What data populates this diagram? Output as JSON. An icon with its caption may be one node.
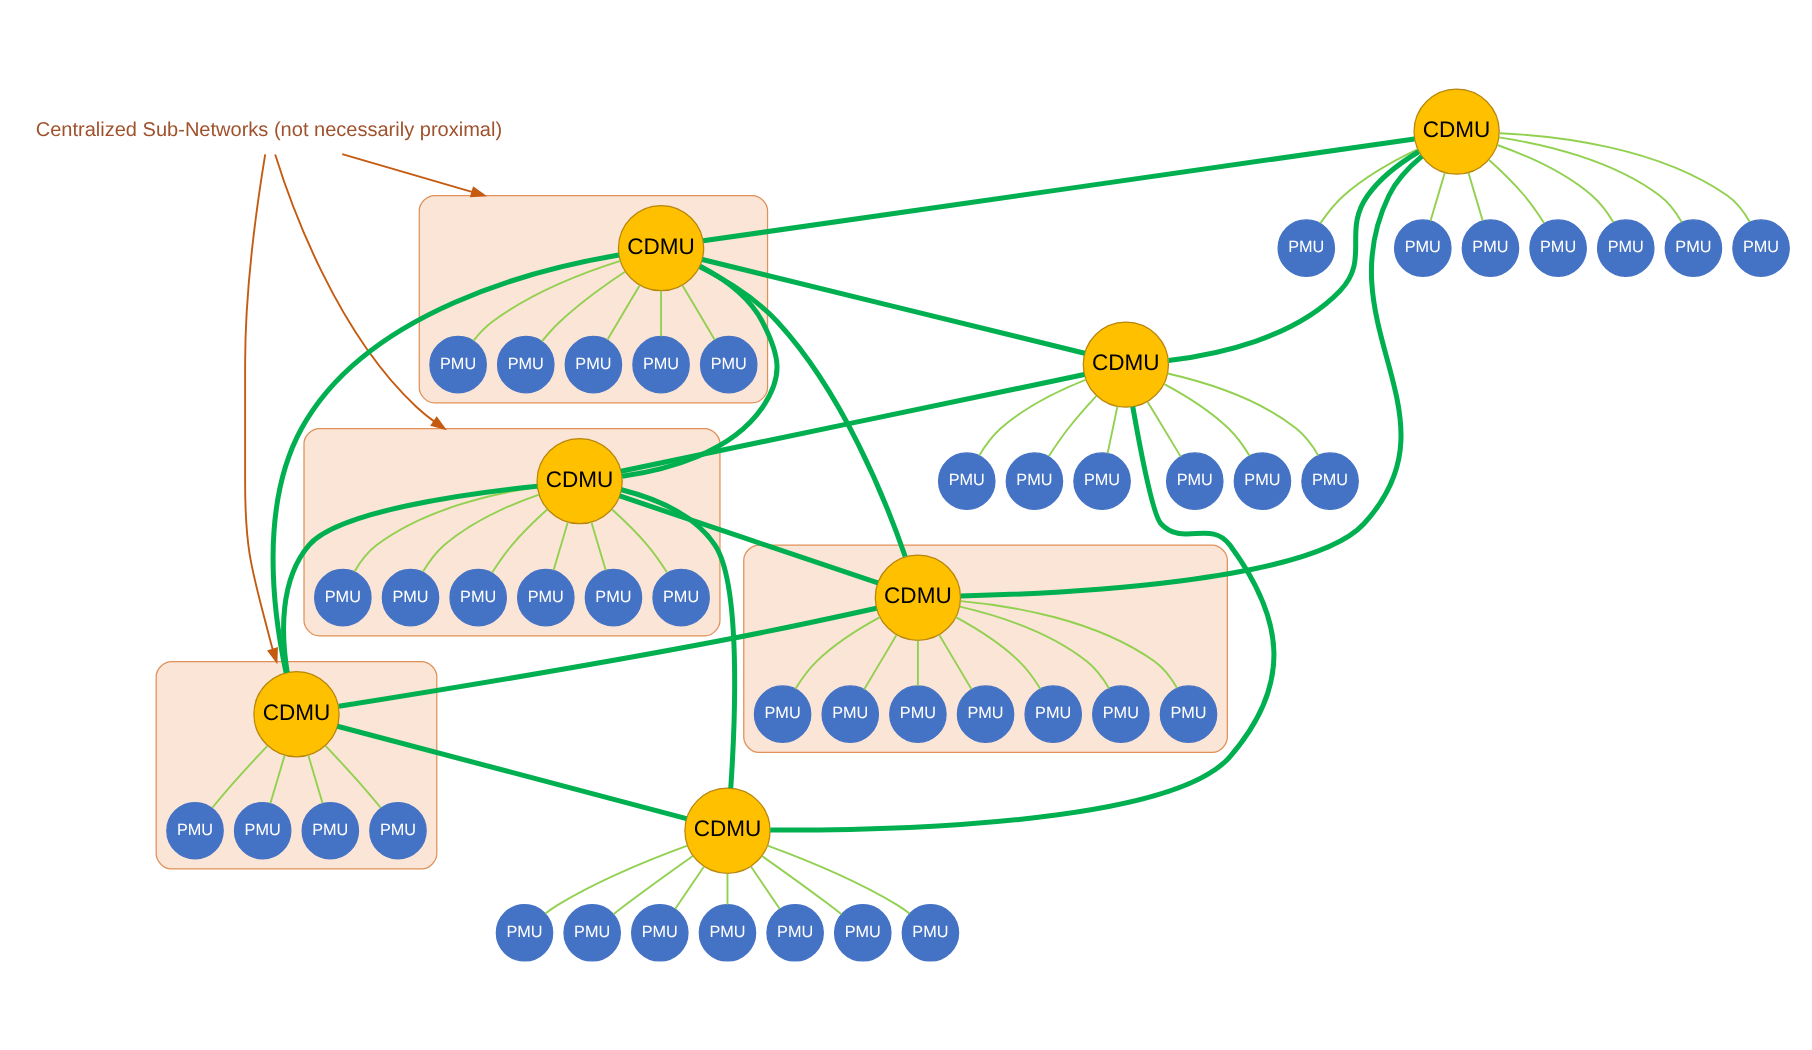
{
  "diagram": {
    "nodes": [
      {
        "text": [
          "Centralized Sub-Networks (not necessarily proximal)"
        ]
      },
      {
        "text": [
          "CDMU"
        ]
      },
      {
        "text": [
          "PMU"
        ]
      },
      {
        "text": [
          "PMU"
        ]
      },
      {
        "text": [
          "PMU"
        ]
      },
      {
        "text": [
          "PMU"
        ]
      },
      {
        "text": [
          "PMU"
        ]
      },
      {
        "text": [
          "PMU"
        ]
      },
      {
        "text": [
          "PMU"
        ]
      },
      {
        "text": [],
        "shape": "ellipse"
      },
      {
        "text": [
          "CDMU"
        ],
        "in": 9
      },
      {
        "text": [
          "PMU"
        ],
        "in": 9
      },
      {
        "text": [
          "PMU"
        ],
        "in": 9
      },
      {
        "text": [
          "PMU"
        ],
        "in": 9
      },
      {
        "text": [
          "PMU"
        ],
        "in": 9
      },
      {
        "text": [
          "PMU"
        ],
        "in": 9
      },
      {
        "text": [
          "CDMU"
        ]
      },
      {
        "text": [
          "PMU"
        ]
      },
      {
        "text": [
          "PMU"
        ]
      },
      {
        "text": [
          "PMU"
        ]
      },
      {
        "text": [
          "PMU"
        ]
      },
      {
        "text": [
          "PMU"
        ]
      },
      {
        "text": [
          "PMU"
        ]
      },
      {
        "text": [],
        "shape": "ellipse"
      },
      {
        "text": [
          "CDMU"
        ],
        "in": 23
      },
      {
        "text": [
          "PMU"
        ],
        "in": 23
      },
      {
        "text": [
          "PMU"
        ],
        "in": 23
      },
      {
        "text": [
          "PMU"
        ],
        "in": 23
      },
      {
        "text": [
          "PMU"
        ],
        "in": 23
      },
      {
        "text": [
          "PMU"
        ],
        "in": 23
      },
      {
        "text": [
          "PMU"
        ],
        "in": 23
      },
      {
        "text": [],
        "shape": "ellipse"
      },
      {
        "text": [
          "CDMU"
        ],
        "in": 31
      },
      {
        "text": [
          "PMU"
        ],
        "in": 31
      },
      {
        "text": [
          "PMU"
        ],
        "in": 31
      },
      {
        "text": [
          "PMU"
        ],
        "in": 31
      },
      {
        "text": [
          "PMU"
        ],
        "in": 31
      },
      {
        "text": [
          "PMU"
        ],
        "in": 31
      },
      {
        "text": [
          "PMU"
        ],
        "in": 31
      },
      {
        "text": [
          "PMU"
        ],
        "in": 31
      },
      {
        "text": [],
        "shape": "ellipse"
      },
      {
        "text": [
          "CDMU"
        ],
        "in": 40
      },
      {
        "text": [
          "PMU"
        ],
        "in": 40
      },
      {
        "text": [
          "PMU"
        ],
        "in": 40
      },
      {
        "text": [
          "PMU"
        ],
        "in": 40
      },
      {
        "text": [
          "PMU"
        ],
        "in": 40
      },
      {
        "text": [
          "CDMU"
        ]
      },
      {
        "text": [
          "PMU"
        ]
      },
      {
        "text": [
          "PMU"
        ]
      },
      {
        "text": [
          "PMU"
        ]
      },
      {
        "text": [
          "PMU"
        ]
      },
      {
        "text": [
          "PMU"
        ]
      },
      {
        "text": [
          "PMU"
        ]
      },
      {
        "text": [
          "PMU"
        ]
      }
    ],
    "edges": [
      {
        "from": 0,
        "to": 9,
        "arrow": "to",
        "color": "#c55a11"
      },
      {
        "from": 0,
        "to": 23,
        "arrow": "to",
        "color": "#c55a11"
      },
      {
        "from": 0,
        "to": 40,
        "arrow": "to",
        "color": "#c55a11"
      },
      {
        "from": 1,
        "to": 2,
        "arrow": "none"
      },
      {
        "from": 1,
        "to": 3,
        "arrow": "none"
      },
      {
        "from": 1,
        "to": 4,
        "arrow": "none"
      },
      {
        "from": 1,
        "to": 5,
        "arrow": "none"
      },
      {
        "from": 1,
        "to": 6,
        "arrow": "none"
      },
      {
        "from": 1,
        "to": 7,
        "arrow": "none"
      },
      {
        "from": 1,
        "to": 8,
        "arrow": "none"
      },
      {
        "from": 10,
        "to": 11,
        "arrow": "none"
      },
      {
        "from": 10,
        "to": 12,
        "arrow": "none"
      },
      {
        "from": 10,
        "to": 13,
        "arrow": "none"
      },
      {
        "from": 10,
        "to": 14,
        "arrow": "none"
      },
      {
        "from": 10,
        "to": 15,
        "arrow": "none"
      },
      {
        "from": 16,
        "to": 17,
        "arrow": "none"
      },
      {
        "from": 16,
        "to": 18,
        "arrow": "none"
      },
      {
        "from": 16,
        "to": 19,
        "arrow": "none"
      },
      {
        "from": 16,
        "to": 20,
        "arrow": "none"
      },
      {
        "from": 16,
        "to": 21,
        "arrow": "none"
      },
      {
        "from": 16,
        "to": 22,
        "arrow": "none"
      },
      {
        "from": 24,
        "to": 25,
        "arrow": "none"
      },
      {
        "from": 24,
        "to": 26,
        "arrow": "none"
      },
      {
        "from": 24,
        "to": 27,
        "arrow": "none"
      },
      {
        "from": 24,
        "to": 28,
        "arrow": "none"
      },
      {
        "from": 24,
        "to": 29,
        "arrow": "none"
      },
      {
        "from": 24,
        "to": 30,
        "arrow": "none"
      },
      {
        "from": 32,
        "to": 33,
        "arrow": "none"
      },
      {
        "from": 32,
        "to": 34,
        "arrow": "none"
      },
      {
        "from": 32,
        "to": 35,
        "arrow": "none"
      },
      {
        "from": 32,
        "to": 36,
        "arrow": "none"
      },
      {
        "from": 32,
        "to": 37,
        "arrow": "none"
      },
      {
        "from": 32,
        "to": 38,
        "arrow": "none"
      },
      {
        "from": 32,
        "to": 39,
        "arrow": "none"
      },
      {
        "from": 41,
        "to": 42,
        "arrow": "none"
      },
      {
        "from": 41,
        "to": 43,
        "arrow": "none"
      },
      {
        "from": 41,
        "to": 44,
        "arrow": "none"
      },
      {
        "from": 41,
        "to": 45,
        "arrow": "none"
      },
      {
        "from": 46,
        "to": 47,
        "arrow": "none"
      },
      {
        "from": 46,
        "to": 48,
        "arrow": "none"
      },
      {
        "from": 46,
        "to": 49,
        "arrow": "none"
      },
      {
        "from": 46,
        "to": 50,
        "arrow": "none"
      },
      {
        "from": 46,
        "to": 51,
        "arrow": "none"
      },
      {
        "from": 46,
        "to": 52,
        "arrow": "none"
      },
      {
        "from": 46,
        "to": 53,
        "arrow": "none"
      },
      {
        "from": 1,
        "to": 16,
        "arrow": "none",
        "style": "thick",
        "color": "#00b050"
      },
      {
        "from": 1,
        "to": 10,
        "arrow": "none",
        "style": "thick",
        "color": "#00b050"
      },
      {
        "from": 1,
        "to": 32,
        "arrow": "none",
        "style": "thick",
        "color": "#00b050"
      },
      {
        "from": 10,
        "to": 16,
        "arrow": "none",
        "style": "thick",
        "color": "#00b050"
      },
      {
        "from": 10,
        "to": 24,
        "arrow": "none",
        "style": "thick",
        "color": "#00b050"
      },
      {
        "from": 10,
        "to": 32,
        "arrow": "none",
        "style": "thick",
        "color": "#00b050"
      },
      {
        "from": 10,
        "to": 41,
        "arrow": "none",
        "style": "thick",
        "color": "#00b050"
      },
      {
        "from": 16,
        "to": 24,
        "arrow": "none",
        "style": "thick",
        "color": "#00b050"
      },
      {
        "from": 16,
        "to": 46,
        "arrow": "none",
        "style": "thick",
        "color": "#00b050"
      },
      {
        "from": 24,
        "to": 32,
        "arrow": "none",
        "style": "thick",
        "color": "#00b050"
      },
      {
        "from": 24,
        "to": 41,
        "arrow": "none",
        "style": "thick",
        "color": "#00b050"
      },
      {
        "from": 24,
        "to": 46,
        "arrow": "none",
        "style": "thick",
        "color": "#00b050"
      },
      {
        "from": 32,
        "to": 41,
        "arrow": "none",
        "style": "thick",
        "color": "#00b050"
      },
      {
        "from": 41,
        "to": 46,
        "arrow": "none",
        "style": "thick",
        "color": "#00b050"
      }
    ]
  }
}
